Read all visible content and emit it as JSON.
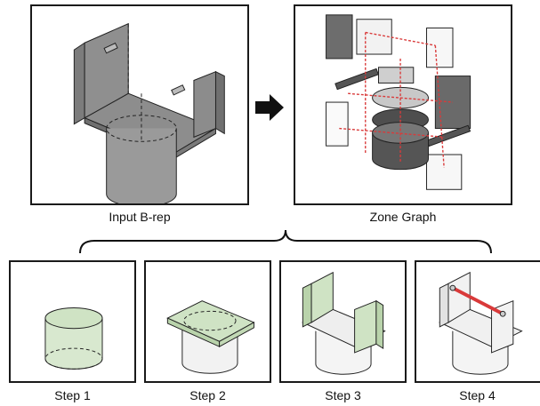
{
  "top": {
    "input_caption": "Input B-rep",
    "output_caption": "Zone Graph",
    "arrow_icon": "right-arrow-icon"
  },
  "steps": [
    {
      "label": "Step 1"
    },
    {
      "label": "Step 2"
    },
    {
      "label": "Step 3"
    },
    {
      "label": "Step 4"
    }
  ],
  "colors": {
    "solid_gray": "#8a8a8a",
    "highlight_green": "#cfe3c4",
    "graph_edge_red": "#d93a3a",
    "frame": "#1a1a1a"
  }
}
